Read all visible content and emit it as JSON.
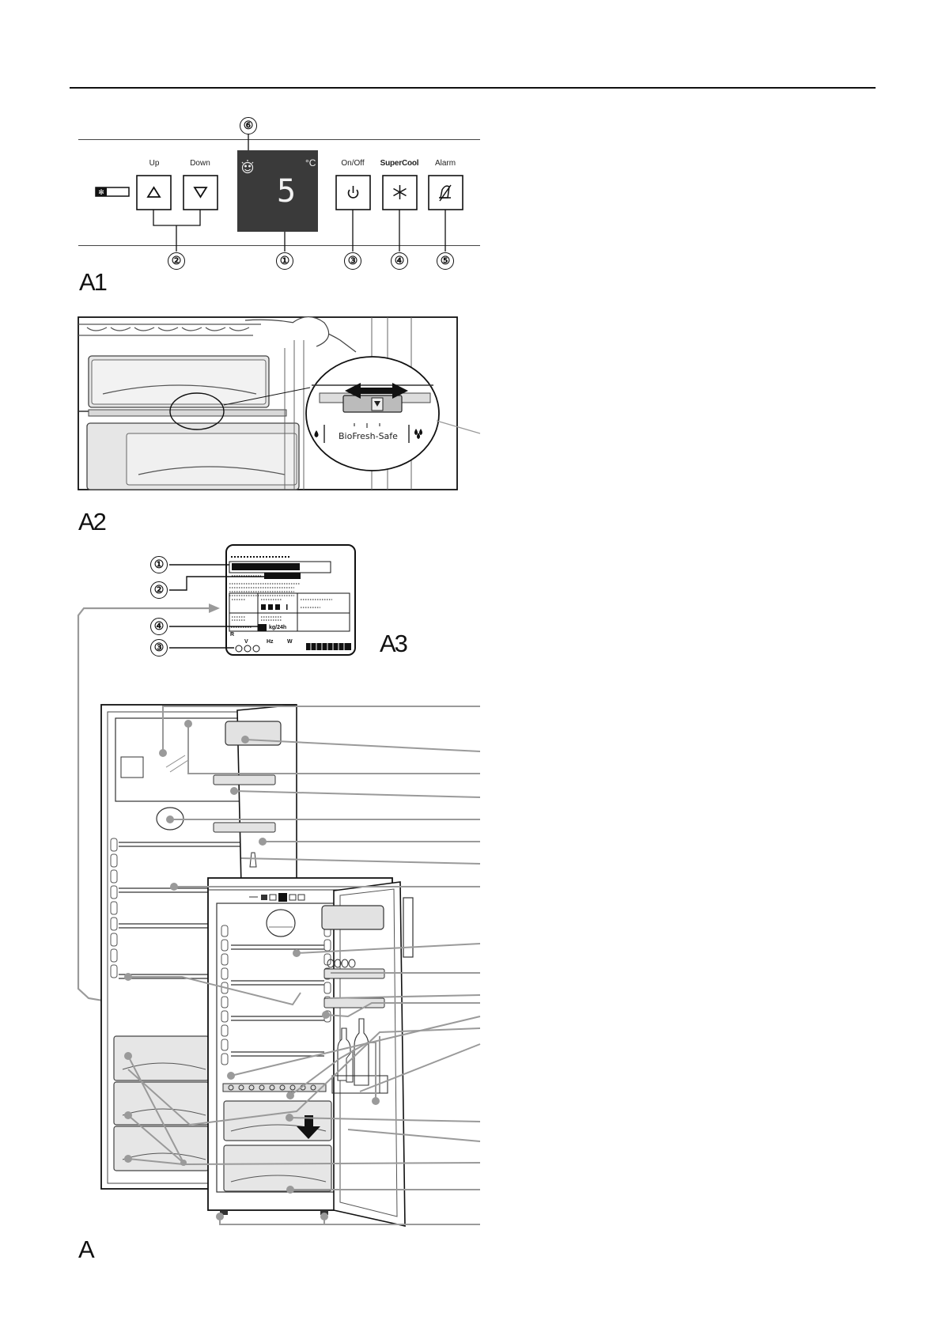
{
  "figures": {
    "a1": "A1",
    "a2": "A2",
    "a3": "A3",
    "a": "A"
  },
  "control_panel": {
    "up_label": "Up",
    "down_label": "Down",
    "onoff_label": "On/Off",
    "supercool_label": "SuperCool",
    "alarm_label": "Alarm",
    "display_value": "5",
    "display_unit": "°C",
    "callouts": [
      "①",
      "②",
      "③",
      "④",
      "⑤",
      "⑥"
    ]
  },
  "biofresh": {
    "label": "BioFresh-Safe"
  },
  "rating_plate": {
    "capacity_unit": "kg/24h",
    "voltage_unit": "V",
    "frequency_unit": "Hz",
    "power_unit": "W",
    "refrigerant_prefix": "R",
    "callouts": [
      "①",
      "②",
      "④",
      "③"
    ]
  },
  "icons": {
    "up": "up-triangle-icon",
    "down": "down-triangle-icon",
    "power": "power-icon",
    "supercool": "snowflake-icon",
    "alarm": "alarm-bell-off-icon",
    "smiley": "smiley-icon",
    "drop": "drop-icon",
    "double-drop": "double-drop-icon"
  }
}
